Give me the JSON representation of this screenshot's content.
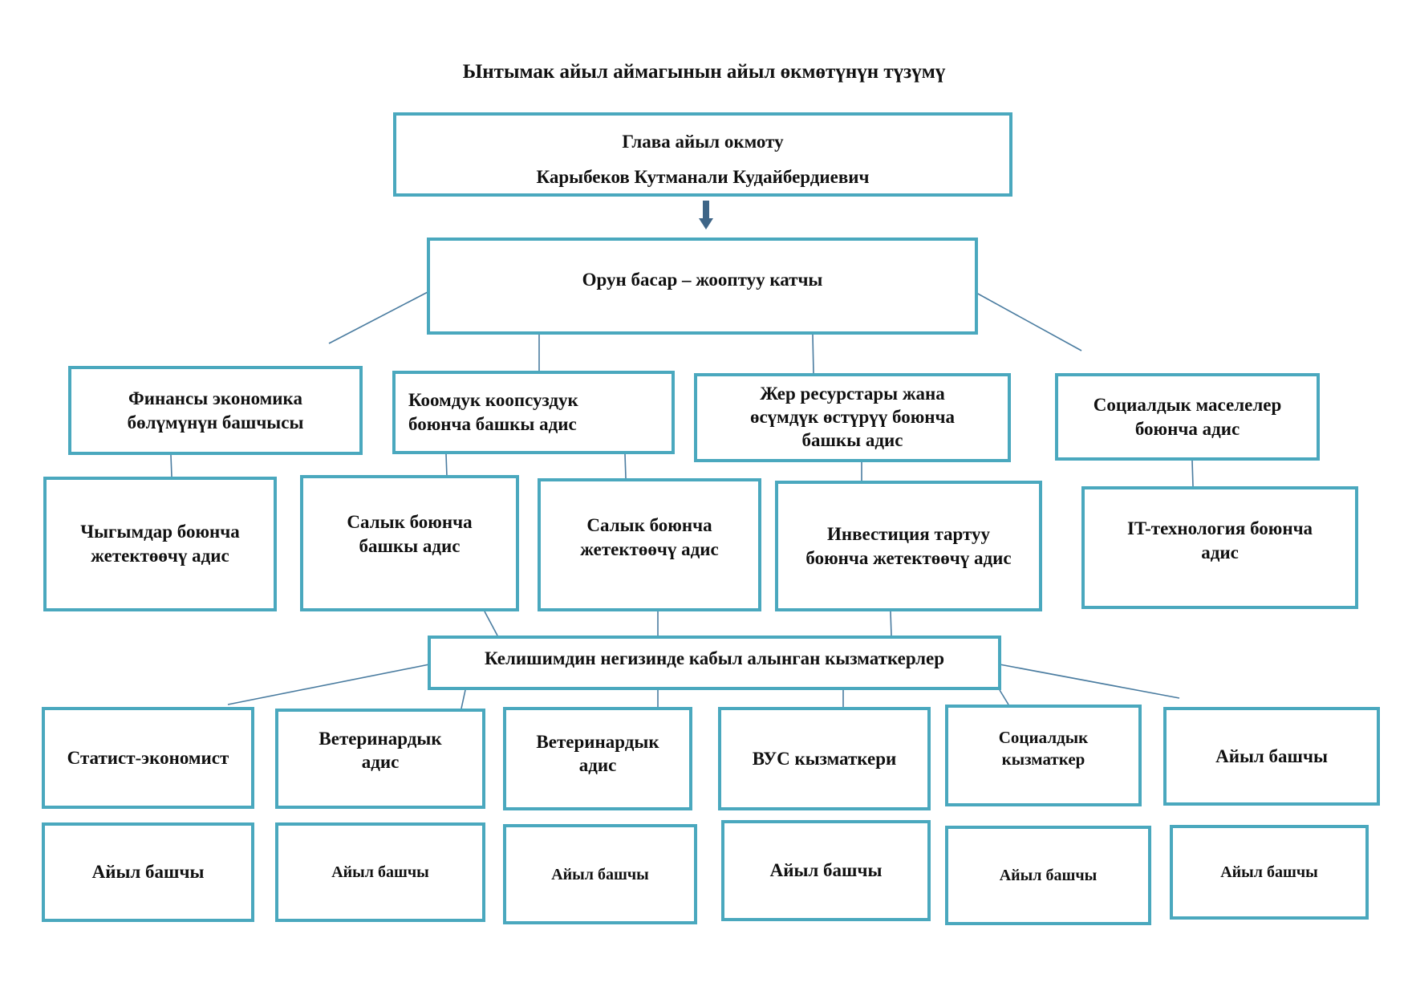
{
  "title": "Ынтымак айыл аймагынын айыл өкмөтүнүн түзүмү",
  "colors": {
    "box_border": "#4aa8be",
    "line": "#4a7ca0",
    "arrow": "#3e6587"
  },
  "head": {
    "line1": "Глава айыл окмоту",
    "line2": "Карыбеков Кутманали Кудайбердиевич"
  },
  "deputy": "Орун басар – жооптуу катчы",
  "departments": {
    "finance": {
      "line1": "Финансы экономика",
      "line2": "бөлүмүнүн башчысы"
    },
    "security": {
      "line1": "Коомдук  коопсуздук",
      "line2": "боюнча  башкы адис"
    },
    "land": {
      "line1": "Жер ресурстары жана",
      "line2": "өсүмдүк өстүрүү боюнча",
      "line3": "башкы адис"
    },
    "social": {
      "line1": "Социалдык маселелер",
      "line2": "боюнча адис"
    }
  },
  "specialists": {
    "expenses": {
      "line1": "Чыгымдар боюнча",
      "line2": "жетектөөчү адис"
    },
    "tax_chief": {
      "line1": "Салык боюнча",
      "line2": "башкы адис"
    },
    "tax_lead": {
      "line1": "Салык боюнча",
      "line2": "жетектөөчү адис"
    },
    "investment": {
      "line1": "Инвестиция тартуу",
      "line2": "боюнча жетектөөчү адис"
    },
    "it": {
      "line1": "IT-технология боюнча",
      "line2": "адис"
    }
  },
  "contract_staff": "Келишимдин негизинде кабыл алынган кызматкерлер",
  "staff": {
    "statistician": "Статист-экономист",
    "vet1": {
      "line1": "Ветеринардык",
      "line2": "адис"
    },
    "vet2": {
      "line1": "Ветеринардык",
      "line2": "адис"
    },
    "vus": "ВУС кызматкери",
    "social_worker": {
      "line1": "Социалдык",
      "line2": "кызматкер"
    },
    "village_head": "Айыл башчы"
  },
  "village_heads": [
    "Айыл башчы",
    "Айыл башчы",
    "Айыл башчы",
    "Айыл башчы",
    "Айыл башчы",
    "Айыл башчы"
  ]
}
